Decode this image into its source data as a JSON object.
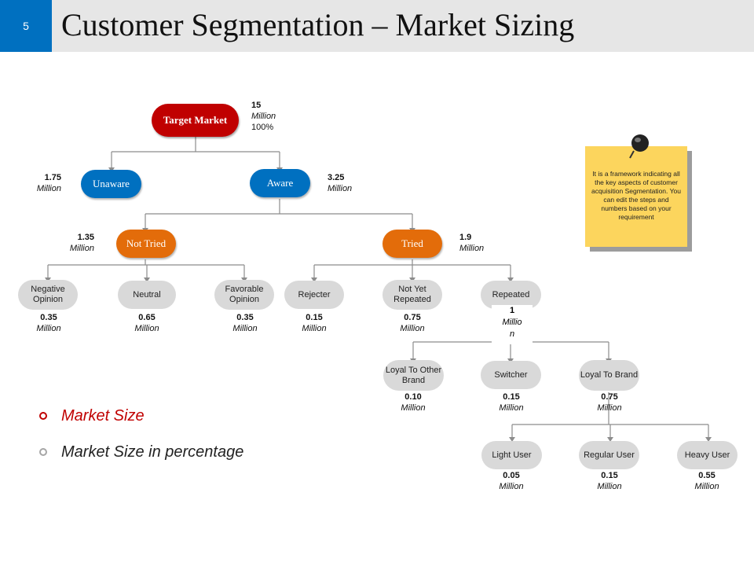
{
  "header": {
    "slide_number": "5",
    "title": "Customer Segmentation – Market Sizing"
  },
  "nodes": {
    "target": {
      "label": "Target Market",
      "value": "15",
      "unit": "Million",
      "percent": "100%"
    },
    "unaware": {
      "label": "Unaware",
      "value": "1.75",
      "unit": "Million"
    },
    "aware": {
      "label": "Aware",
      "value": "3.25",
      "unit": "Million"
    },
    "not_tried": {
      "label": "Not Tried",
      "value": "1.35",
      "unit": "Million"
    },
    "tried": {
      "label": "Tried",
      "value": "1.9",
      "unit": "Million"
    },
    "negative": {
      "label": "Negative Opinion",
      "value": "0.35",
      "unit": "Million"
    },
    "neutral": {
      "label": "Neutral",
      "value": "0.65",
      "unit": "Million"
    },
    "favorable": {
      "label": "Favorable Opinion",
      "value": "0.35",
      "unit": "Million"
    },
    "rejecter": {
      "label": "Rejecter",
      "value": "0.15",
      "unit": "Million"
    },
    "not_yet_repeated": {
      "label": "Not Yet Repeated",
      "value": "0.75",
      "unit": "Million"
    },
    "repeated": {
      "label": "Repeated",
      "value": "1",
      "unit_line1": "Millio",
      "unit_line2": "n"
    },
    "loyal_other": {
      "label": "Loyal To Other Brand",
      "value": "0.10",
      "unit": "Million"
    },
    "switcher": {
      "label": "Switcher",
      "value": "0.15",
      "unit": "Million"
    },
    "loyal_brand": {
      "label": "Loyal To Brand",
      "value": "0.75",
      "unit": "Million"
    },
    "light_user": {
      "label": "Light User",
      "value": "0.05",
      "unit": "Million"
    },
    "regular_user": {
      "label": "Regular User",
      "value": "0.15",
      "unit": "Million"
    },
    "heavy_user": {
      "label": "Heavy User",
      "value": "0.55",
      "unit": "Million"
    }
  },
  "note": {
    "text": "It is a framework indicating all the key aspects of customer acquisition Segmentation. You can edit the  steps and numbers based on your requirement",
    "icon": "pushpin-icon"
  },
  "legend": [
    {
      "label": "Market Size",
      "color": "#c00000"
    },
    {
      "label": "Market Size in percentage",
      "color": "#a6a6a6"
    }
  ],
  "colors": {
    "red": "#c00000",
    "blue": "#0070c0",
    "orange": "#e36c0a",
    "gray": "#d9d9d9",
    "note": "#fcd55d",
    "header_bar": "#e6e6e6"
  }
}
